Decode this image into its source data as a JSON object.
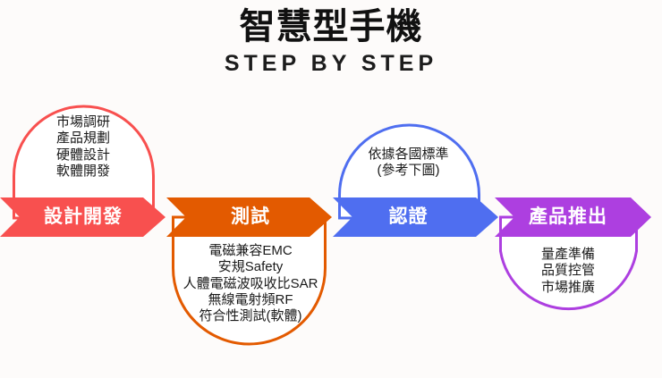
{
  "title": {
    "main": "智慧型手機",
    "sub": "STEP BY STEP"
  },
  "colors": {
    "background": "#fdfbfa",
    "stage1": "#f8504f",
    "stage2": "#e35a00",
    "stage3": "#4f6ef0",
    "stage4": "#ad3fe0",
    "body_text": "#1a1a1a",
    "banner_text": "#ffffff"
  },
  "stages": [
    {
      "id": "design-development",
      "label": "設計開發",
      "color": "#f8504f",
      "bubble_position": "above",
      "items": [
        "市場調研",
        "產品規劃",
        "硬體設計",
        "軟體開發"
      ]
    },
    {
      "id": "testing",
      "label": "測試",
      "color": "#e35a00",
      "bubble_position": "below",
      "items": [
        "電磁兼容EMC",
        "安規Safety",
        "人體電磁波吸收比SAR",
        "無線電射頻RF",
        "符合性測試(軟體)"
      ]
    },
    {
      "id": "certification",
      "label": "認證",
      "color": "#4f6ef0",
      "bubble_position": "above",
      "items": [
        "依據各國標準",
        "(參考下圖)"
      ]
    },
    {
      "id": "product-launch",
      "label": "產品推出",
      "color": "#ad3fe0",
      "bubble_position": "below",
      "items": [
        "量產準備",
        "品質控管",
        "市場推廣"
      ]
    }
  ]
}
